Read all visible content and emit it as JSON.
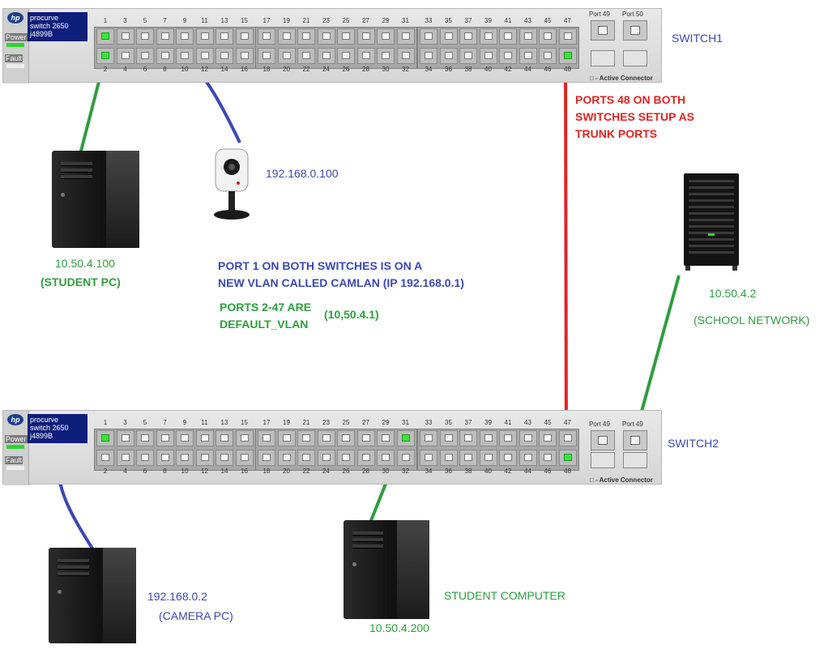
{
  "switch_top": {
    "brand": "hp",
    "model_line1": "procurve",
    "model_line2": "switch 2650",
    "model_line3": "j4899B",
    "power_label": "Power",
    "fault_label": "Fault",
    "port49_label": "Port 49",
    "port50_label": "Port 50",
    "active_connector": "□ - Active Connector",
    "name": "SWITCH1",
    "odd_ports": [
      "1",
      "3",
      "5",
      "7",
      "9",
      "11",
      "13",
      "15",
      "17",
      "19",
      "21",
      "23",
      "25",
      "27",
      "29",
      "31",
      "33",
      "35",
      "37",
      "39",
      "41",
      "43",
      "45",
      "47"
    ],
    "even_ports": [
      "2",
      "4",
      "6",
      "8",
      "10",
      "12",
      "14",
      "16",
      "18",
      "20",
      "22",
      "24",
      "26",
      "28",
      "30",
      "32",
      "34",
      "36",
      "38",
      "40",
      "42",
      "44",
      "46",
      "48"
    ]
  },
  "switch_bottom": {
    "brand": "hp",
    "model_line1": "procurve",
    "model_line2": "switch 2650",
    "model_line3": "j4899B",
    "power_label": "Power",
    "fault_label": "Fault",
    "port49_label": "Port 49",
    "port50_label": "Port 49",
    "active_connector": "□ - Active Connector",
    "name": "SWITCH2"
  },
  "labels": {
    "camera_ip": "192.168.0.100",
    "student_pc_ip": "10.50.4.100",
    "student_pc_name": "(STUDENT PC)",
    "port1_note_line1": "PORT 1 ON BOTH SWITCHES IS ON A",
    "port1_note_line2": "NEW VLAN CALLED CAMLAN  (IP 192.168.0.1)",
    "ports_note_line1": "PORTS 2-47 ARE",
    "ports_note_line2": "DEFAULT_VLAN",
    "ports_note_ip": "(10,50.4.1)",
    "trunk_line1": "PORTS 48 ON BOTH",
    "trunk_line2": "SWITCHES SETUP AS",
    "trunk_line3": "TRUNK PORTS",
    "school_ip": "10.50.4.2",
    "school_name": "(SCHOOL NETWORK)",
    "camera_pc_ip": "192.168.0.2",
    "camera_pc_name": "(CAMERA PC)",
    "student_computer_name": "STUDENT COMPUTER",
    "student_computer_ip": "10.50.4.200"
  },
  "colors": {
    "vlan_camlan": "#3b48b5",
    "default_vlan": "#2e9e3e",
    "trunk": "#e02424"
  }
}
